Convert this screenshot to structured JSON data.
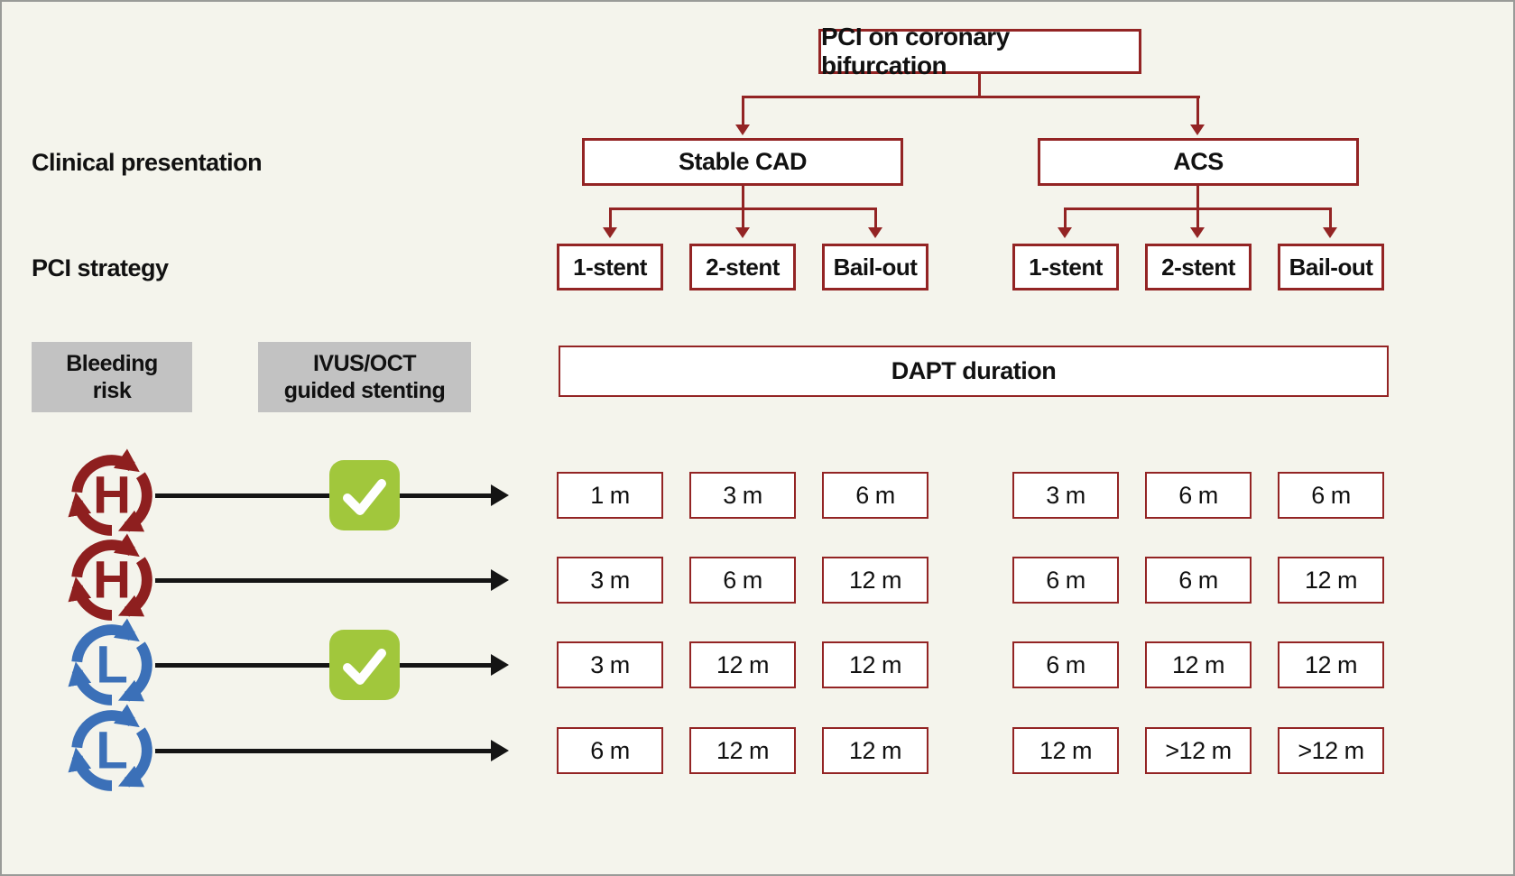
{
  "title": "PCI on coronary bifurcation",
  "row_labels": {
    "clinical_presentation": "Clinical presentation",
    "pci_strategy": "PCI strategy"
  },
  "column_headers": {
    "bleeding_risk": {
      "line1": "Bleeding",
      "line2": "risk"
    },
    "ivus": {
      "line1": "IVUS/OCT",
      "line2": "guided stenting"
    },
    "dapt": "DAPT duration"
  },
  "branches": [
    {
      "label": "Stable CAD",
      "strategies": [
        "1-stent",
        "2-stent",
        "Bail-out"
      ]
    },
    {
      "label": "ACS",
      "strategies": [
        "1-stent",
        "2-stent",
        "Bail-out"
      ]
    }
  ],
  "rows": [
    {
      "bleeding_risk": "H",
      "ivus_guided": true,
      "durations": [
        "1 m",
        "3 m",
        "6 m",
        "3 m",
        "6 m",
        "6 m"
      ]
    },
    {
      "bleeding_risk": "H",
      "ivus_guided": false,
      "durations": [
        "3 m",
        "6 m",
        "12 m",
        "6 m",
        "6 m",
        "12 m"
      ]
    },
    {
      "bleeding_risk": "L",
      "ivus_guided": true,
      "durations": [
        "3 m",
        "12 m",
        "12 m",
        "6 m",
        "12 m",
        "12 m"
      ]
    },
    {
      "bleeding_risk": "L",
      "ivus_guided": false,
      "durations": [
        "6 m",
        "12 m",
        "12 m",
        "12 m",
        ">12 m",
        ">12 m"
      ]
    }
  ],
  "palette": {
    "red": "#932424",
    "dark_red_icon": "#8e1f1f",
    "blue": "#3b70b8",
    "green_check": "#a1c73c",
    "gray_header": "#c2c2c2",
    "background": "#f4f4ec",
    "arrow_black": "#141414"
  }
}
